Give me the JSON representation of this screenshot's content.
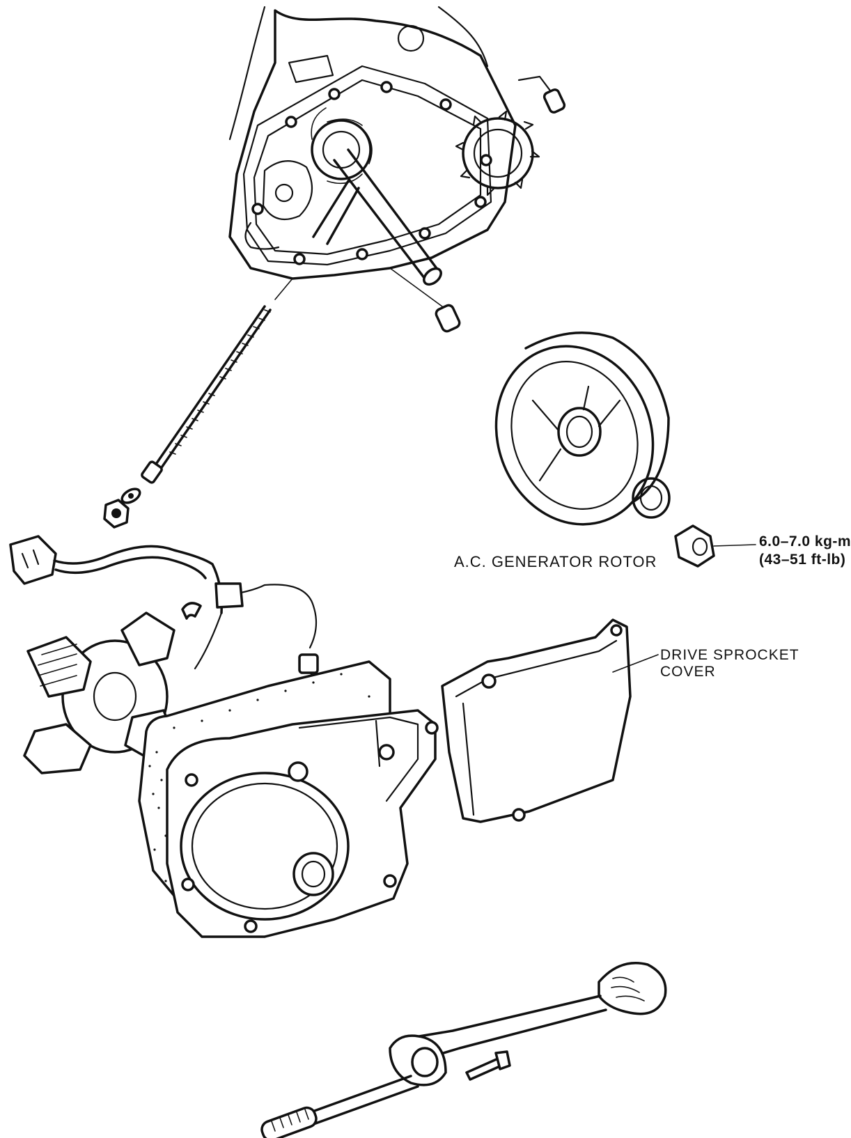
{
  "labels": {
    "rotor": "A.C. GENERATOR ROTOR",
    "cover_line1": "DRIVE SPROCKET",
    "cover_line2": "COVER",
    "torque_line1": "6.0–7.0 kg-m",
    "torque_line2": "(43–51 ft-lb)"
  }
}
